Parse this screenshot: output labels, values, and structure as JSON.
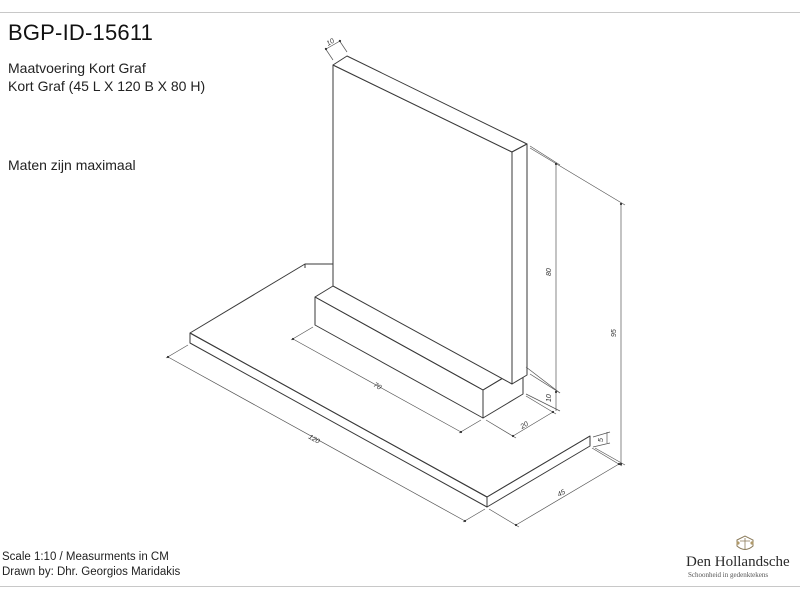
{
  "header": {
    "id": "BGP-ID-15611",
    "subtitle": "Maatvoering Kort Graf",
    "spec": "Kort Graf (45 L X 120 B X 80 H)",
    "note": "Maten zijn maximaal"
  },
  "footer": {
    "scale": "Scale 1:10 / Measurments in CM",
    "drawn_by": "Drawn by: Dhr. Georgios Maridakis"
  },
  "brand": {
    "name": "Den Hollandsche",
    "tagline": "Schoonheid in gedenktekens"
  },
  "dimensions": {
    "headstone_thickness": "10",
    "headstone_height": "80",
    "total_height": "95",
    "plinth_height": "10",
    "plinth_width": "70",
    "plinth_depth": "20",
    "base_height": "5",
    "base_width": "120",
    "base_depth": "45"
  },
  "colors": {
    "line": "#3a3a3a",
    "dim_line": "#555555"
  }
}
